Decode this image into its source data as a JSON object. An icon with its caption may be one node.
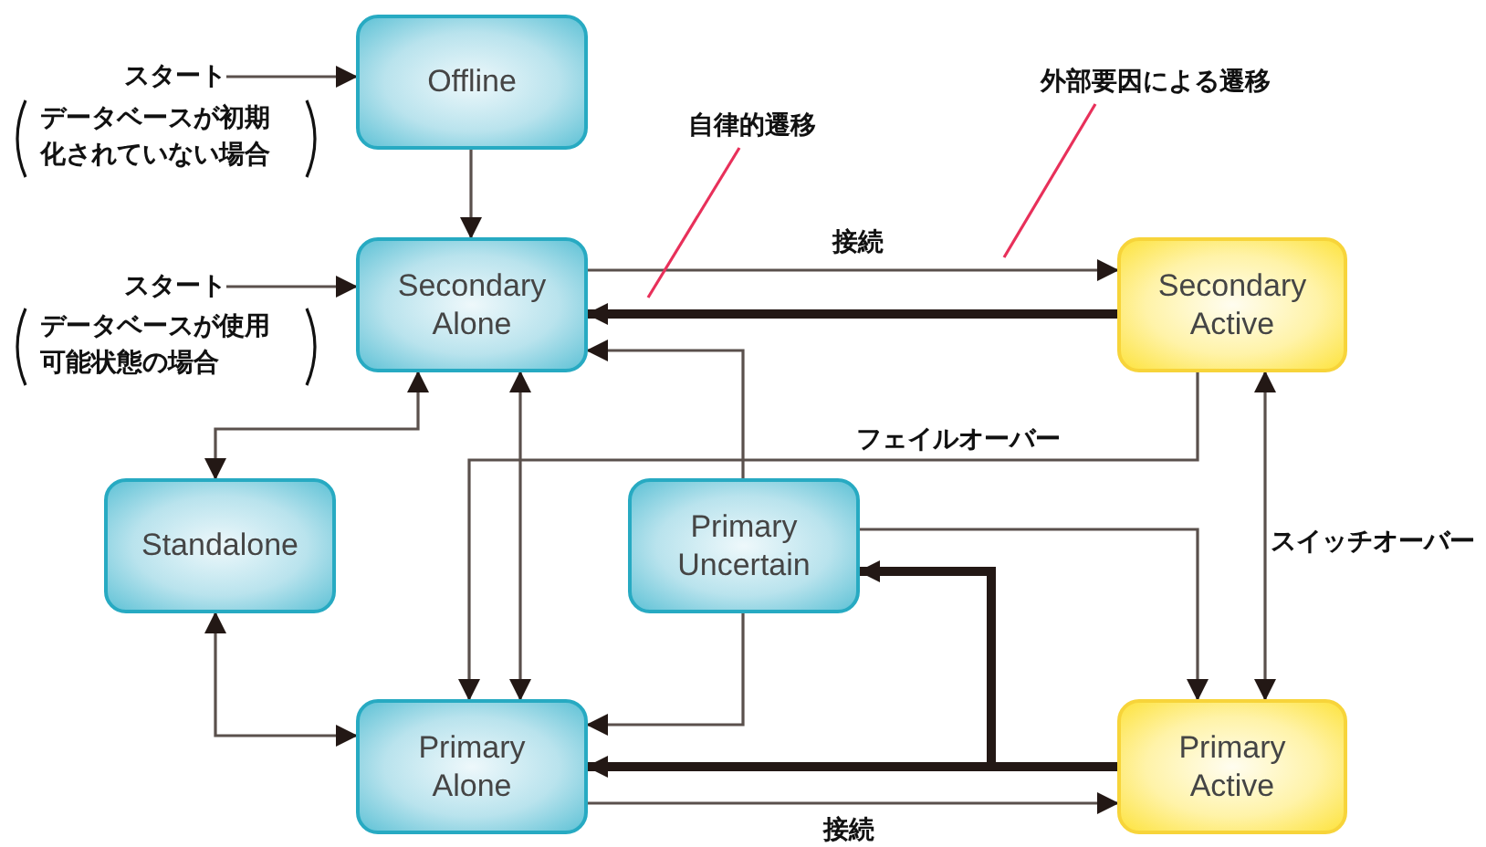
{
  "diagram": {
    "nodes": [
      {
        "text": [
          "Offline"
        ]
      },
      {
        "text": [
          "Secondary Alone"
        ]
      },
      {
        "text": [
          "Secondary Active"
        ]
      },
      {
        "text": [
          "Standalone"
        ]
      },
      {
        "text": [
          "Primary Uncertain"
        ]
      },
      {
        "text": [
          "Primary Alone"
        ]
      },
      {
        "text": [
          "Primary Active"
        ]
      },
      {
        "text": [
          "スタート"
        ],
        "beside": [
          "データベースが初期化されていない場合"
        ]
      },
      {
        "text": [
          "スタート"
        ],
        "beside": [
          "データベースが使用可能状態の場合"
        ]
      },
      {
        "text": [
          "自律的遷移"
        ]
      },
      {
        "text": [
          "外部要因による遷移"
        ]
      }
    ],
    "edges": [
      {
        "from": 7,
        "to": 0,
        "arrow": "to"
      },
      {
        "from": 8,
        "to": 1,
        "arrow": "to"
      },
      {
        "from": 0,
        "to": 1,
        "arrow": "to"
      },
      {
        "from": 1,
        "to": 2,
        "arrow": "to",
        "label": "接続"
      },
      {
        "from": 2,
        "to": 1,
        "arrow": "to",
        "style": "thick"
      },
      {
        "from": 4,
        "to": 1,
        "arrow": "to"
      },
      {
        "from": 1,
        "to": 3,
        "arrow": "both"
      },
      {
        "from": 1,
        "to": 5,
        "arrow": "both"
      },
      {
        "from": 2,
        "to": 5,
        "arrow": "to",
        "label": "フェイルオーバー"
      },
      {
        "from": 3,
        "to": 5,
        "arrow": "both"
      },
      {
        "from": 4,
        "to": 5,
        "arrow": "to"
      },
      {
        "from": 6,
        "to": 5,
        "arrow": "to",
        "style": "thick"
      },
      {
        "from": 6,
        "to": 4,
        "arrow": "to",
        "style": "thick"
      },
      {
        "from": 5,
        "to": 6,
        "arrow": "to",
        "label": "接続"
      },
      {
        "from": 4,
        "to": 6,
        "arrow": "to"
      },
      {
        "from": 2,
        "to": 6,
        "arrow": "both",
        "label": "スイッチオーバー"
      },
      {
        "from": 9,
        "to": null,
        "arrow": "none",
        "color": "#e8305a"
      },
      {
        "from": 10,
        "to": null,
        "arrow": "none",
        "color": "#e8305a"
      }
    ]
  }
}
